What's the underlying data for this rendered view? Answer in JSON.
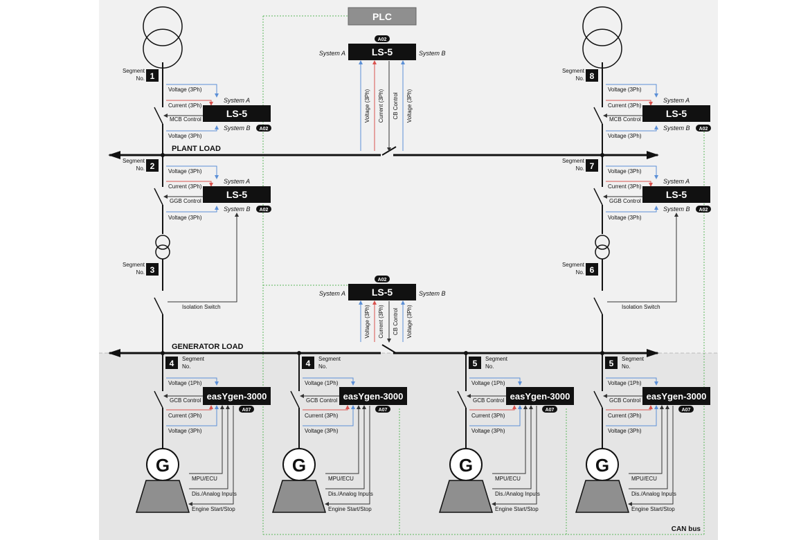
{
  "plc": {
    "label": "PLC"
  },
  "colors": {
    "voltage": "#5b8fd6",
    "current": "#d9534f",
    "can_bus": "#5cb85c",
    "background_top": "#f1f1f1",
    "background_bottom": "#e5e5e5"
  },
  "labels": {
    "segment": "Segment",
    "no": "No.",
    "voltage_3ph": "Voltage (3Ph)",
    "voltage_1ph": "Voltage (1Ph)",
    "current_3ph": "Current (3Ph)",
    "mcb_control": "MCB Control",
    "ggb_control": "GGB Control",
    "gcb_control": "GCB Control",
    "cb_control": "CB Control",
    "system_a": "System A",
    "system_b": "System B",
    "isolation_switch": "Isolation Switch",
    "mpu_ecu": "MPU/ECU",
    "dis_analog_inputs": "Dis./Analog Inputs",
    "engine_start_stop": "Engine Start/Stop",
    "generator": "G"
  },
  "buses": {
    "plant_load": "PLANT LOAD",
    "generator_load": "GENERATOR LOAD",
    "can_bus": "CAN bus"
  },
  "ls5": {
    "name": "LS-5",
    "tag": "A02"
  },
  "easygen": {
    "name": "easYgen-3000",
    "tag": "A07"
  },
  "segments": {
    "s1": "1",
    "s2": "2",
    "s3": "3",
    "s4": "4",
    "s5": "5",
    "s6": "6",
    "s7": "7",
    "s8": "8"
  }
}
